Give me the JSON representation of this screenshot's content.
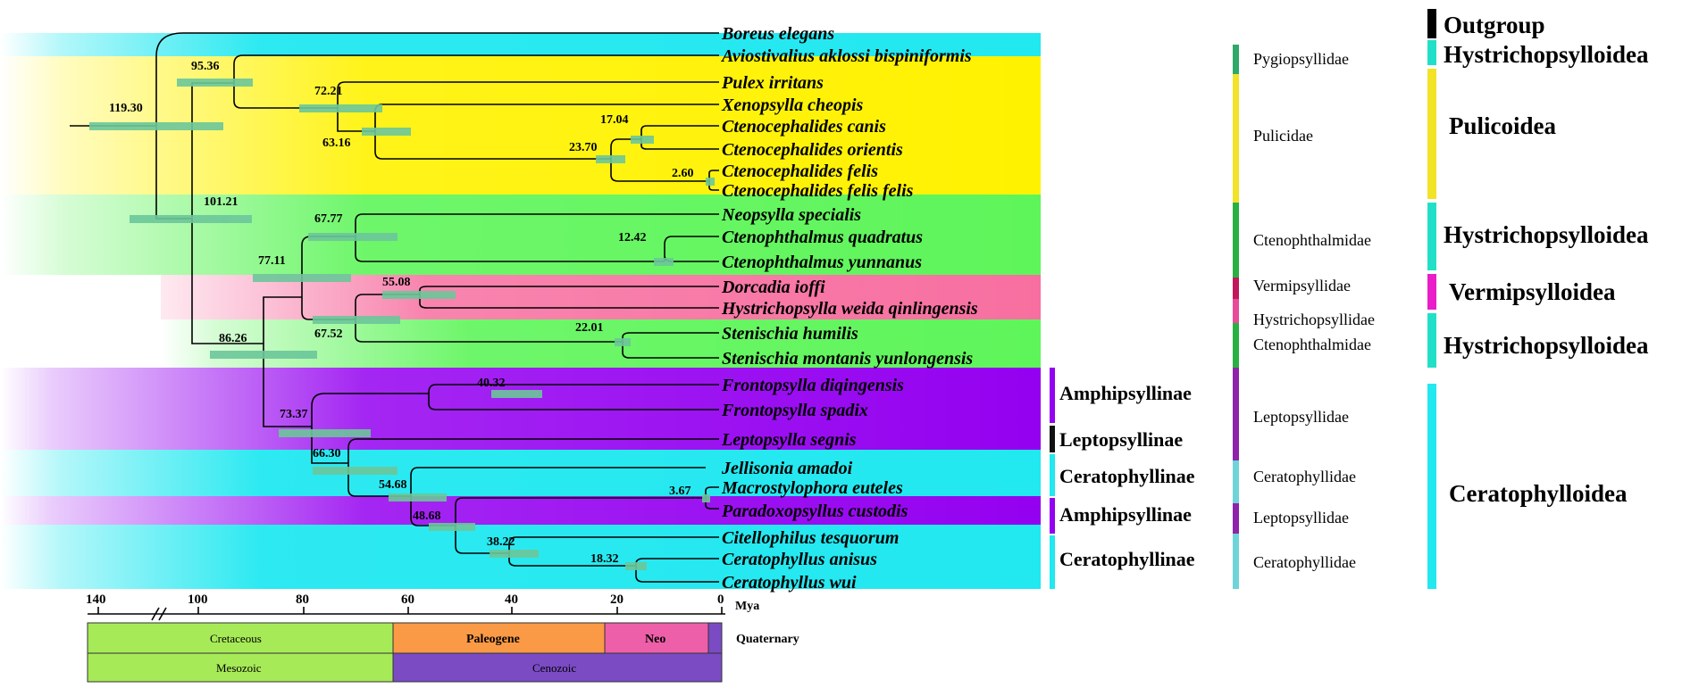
{
  "taxa": [
    "Boreus elegans",
    "Aviostivalius aklossi bispiniformis",
    "Pulex irritans",
    "Xenopsylla cheopis",
    "Ctenocephalides canis",
    "Ctenocephalides orientis",
    "Ctenocephalides felis",
    "Ctenocephalides felis felis",
    "Neopsylla specialis",
    "Ctenophthalmus quadratus",
    "Ctenophthalmus yunnanus",
    "Dorcadia ioffi",
    "Hystrichopsylla weida qinlingensis",
    "Stenischia humilis",
    "Stenischia montanis yunlongensis",
    "Frontopsylla diqingensis",
    "Frontopsylla spadix",
    "Leptopsylla segnis",
    "Jellisonia amadoi",
    "Macrostylophora euteles",
    "Paradoxopsyllus custodis",
    "Citellophilus tesquorum",
    "Ceratophyllus anisus",
    "Ceratophyllus wui"
  ],
  "node_ages": [
    "119.30",
    "95.36",
    "72.21",
    "63.16",
    "17.04",
    "23.70",
    "2.60",
    "101.21",
    "67.77",
    "12.42",
    "77.11",
    "55.08",
    "67.52",
    "22.01",
    "86.26",
    "40.32",
    "73.37",
    "66.30",
    "54.68",
    "3.67",
    "48.68",
    "38.22",
    "18.32"
  ],
  "subfamilies": [
    "Amphipsyllinae",
    "Leptopsyllinae",
    "Ceratophyllinae",
    "Amphipsyllinae",
    "Ceratophyllinae"
  ],
  "families": [
    "Pygiopsyllidae",
    "Pulicidae",
    "Ctenophthalmidae",
    "Vermipsyllidae",
    "Hystrichopsyllidae",
    "Ctenophthalmidae",
    "Leptopsyllidae",
    "Ceratophyllidae",
    "Leptopsyllidae",
    "Ceratophyllidae"
  ],
  "superfamilies": [
    "Outgroup",
    "Hystrichopsylloidea",
    "Pulicoidea",
    "Hystrichopsylloidea",
    "Vermipsylloidea",
    "Hystrichopsylloidea",
    "Ceratophylloidea"
  ],
  "axis": {
    "ticks": [
      "140",
      "100",
      "80",
      "60",
      "40",
      "20",
      "0"
    ],
    "unit": "Mya"
  },
  "periods": [
    "Cretaceous",
    "Paleogene",
    "Neo",
    "Quaternary"
  ],
  "eras": [
    "Mesozoic",
    "Cenozoic"
  ],
  "colors": {
    "cyan": "#22e8f0",
    "yellow": "#fff200",
    "green": "#5ef55a",
    "pink": "#f76fa0",
    "purple": "#9400f0",
    "hpd_bar": "#6cc79a",
    "cretaceous": "#a7ea58",
    "paleogene": "#fb9a46",
    "neogene": "#ee5fa9",
    "quaternary": "#7b4bc4",
    "cenozoic": "#7b4bc4"
  }
}
